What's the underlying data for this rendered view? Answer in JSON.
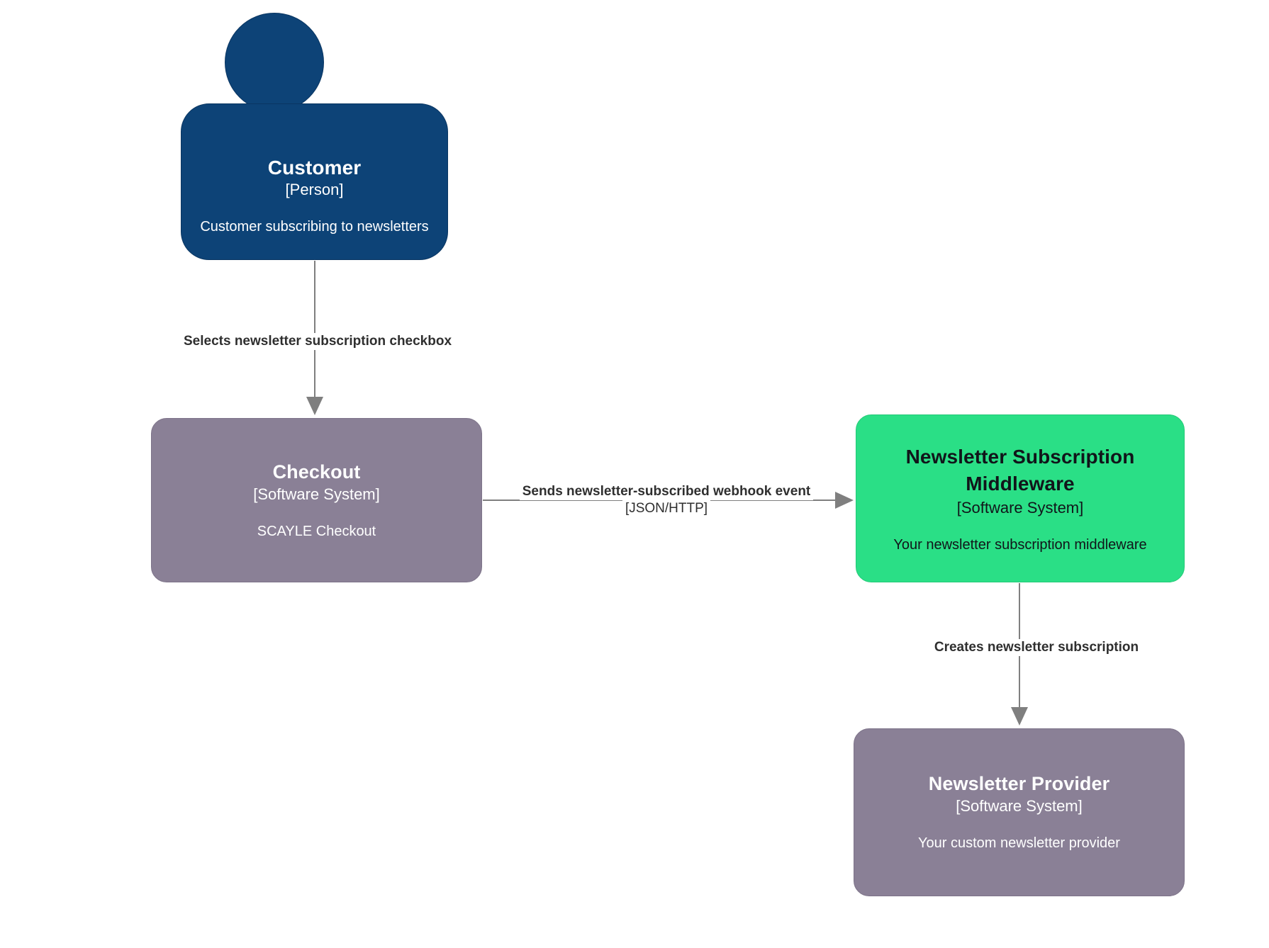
{
  "diagram": {
    "type": "c4-system-context",
    "background": "#ffffff",
    "palette": {
      "person": "#0d4377",
      "external_system": "#8a8096",
      "focus_system": "#2adf86",
      "edge": "#7f7f7f",
      "label_text": "#2f2f2f"
    },
    "nodes": [
      {
        "id": "customer",
        "shape": "person",
        "title": "Customer",
        "tech": "[Person]",
        "desc": "Customer subscribing to newsletters",
        "color": "#0d4377"
      },
      {
        "id": "checkout",
        "shape": "box",
        "title": "Checkout",
        "tech": "[Software System]",
        "desc": "SCAYLE Checkout",
        "color": "#8a8096"
      },
      {
        "id": "middleware",
        "shape": "box",
        "title": "Newsletter Subscription Middleware",
        "tech": "[Software System]",
        "desc": "Your newsletter subscription middleware",
        "color": "#2adf86"
      },
      {
        "id": "provider",
        "shape": "box",
        "title": "Newsletter Provider",
        "tech": "[Software System]",
        "desc": "Your custom newsletter provider",
        "color": "#8a8096"
      }
    ],
    "edges": [
      {
        "id": "customer-checkout",
        "from": "customer",
        "to": "checkout",
        "label": "Selects newsletter subscription checkbox",
        "tech": "",
        "direction": "down"
      },
      {
        "id": "checkout-middleware",
        "from": "checkout",
        "to": "middleware",
        "label": "Sends newsletter-subscribed webhook event",
        "tech": "[JSON/HTTP]",
        "direction": "right"
      },
      {
        "id": "middleware-provider",
        "from": "middleware",
        "to": "provider",
        "label": "Creates newsletter subscription",
        "tech": "",
        "direction": "down"
      }
    ]
  }
}
